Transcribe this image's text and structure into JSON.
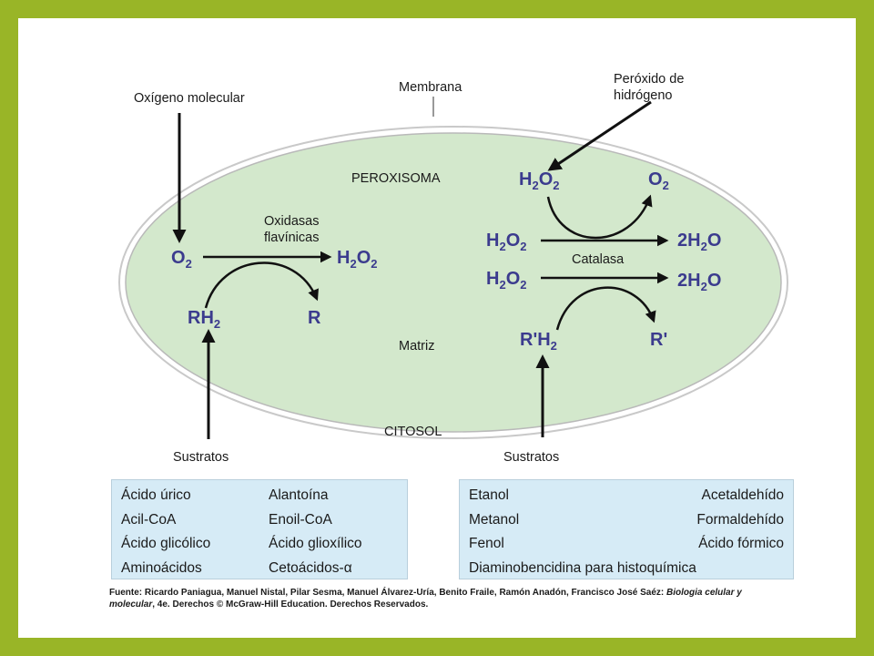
{
  "labels": {
    "oxigeno_molecular": "Oxígeno molecular",
    "membrana": "Membrana",
    "peroxido_line1": "Peróxido de",
    "peroxido_line2": "hidrógeno",
    "peroxisoma": "PEROXISOMA",
    "oxidasas_line1": "Oxidasas",
    "oxidasas_line2": "flavínicas",
    "catalasa": "Catalasa",
    "matriz": "Matriz",
    "citosol": "CITOSOL",
    "sustratos_left": "Sustratos",
    "sustratos_right": "Sustratos"
  },
  "molecules": {
    "o2_left": {
      "base": "O",
      "sub": "2"
    },
    "h2o2_left": {
      "a": "H",
      "sub1": "2",
      "b": "O",
      "sub2": "2"
    },
    "rh2": {
      "base": "RH",
      "sub": "2"
    },
    "r": "R",
    "h2o2_top": {
      "a": "H",
      "sub1": "2",
      "b": "O",
      "sub2": "2"
    },
    "o2_top": {
      "base": "O",
      "sub": "2"
    },
    "h2o2_mid": {
      "a": "H",
      "sub1": "2",
      "b": "O",
      "sub2": "2"
    },
    "h2o_mid": {
      "a": "2H",
      "sub": "2",
      "b": "O"
    },
    "h2o2_low": {
      "a": "H",
      "sub1": "2",
      "b": "O",
      "sub2": "2"
    },
    "h2o_low": {
      "a": "2H",
      "sub": "2",
      "b": "O"
    },
    "r_prime_h2": {
      "base": "R'H",
      "sub": "2"
    },
    "r_prime": "R'"
  },
  "table_left": [
    [
      "Ácido úrico",
      "Alantoína"
    ],
    [
      "Acil-CoA",
      "Enoil-CoA"
    ],
    [
      "Ácido glicólico",
      "Ácido glioxílico"
    ],
    [
      "Aminoácidos",
      "Cetoácidos-α"
    ]
  ],
  "table_right": [
    [
      "Etanol",
      "Acetaldehído"
    ],
    [
      "Metanol",
      "Formaldehído"
    ],
    [
      "Fenol",
      "Ácido  fórmico"
    ],
    [
      "Diaminobencidina para histoquímica",
      ""
    ]
  ],
  "source": {
    "prefix": "Fuente: Ricardo Paniagua, Manuel Nistal, Pilar Sesma, Manuel Álvarez-Uría, Benito Fraile, Ramón Anadón, Francisco José Saéz: ",
    "title": "Biologia celular y molecular",
    "suffix": ", 4e. Derechos © McGraw-Hill Education. Derechos Reservados."
  },
  "colors": {
    "border_green": "#99b527",
    "cell_fill": "#d3e8cc",
    "molecule_blue": "#3b3b8e",
    "table_fill": "#d6ebf6"
  }
}
